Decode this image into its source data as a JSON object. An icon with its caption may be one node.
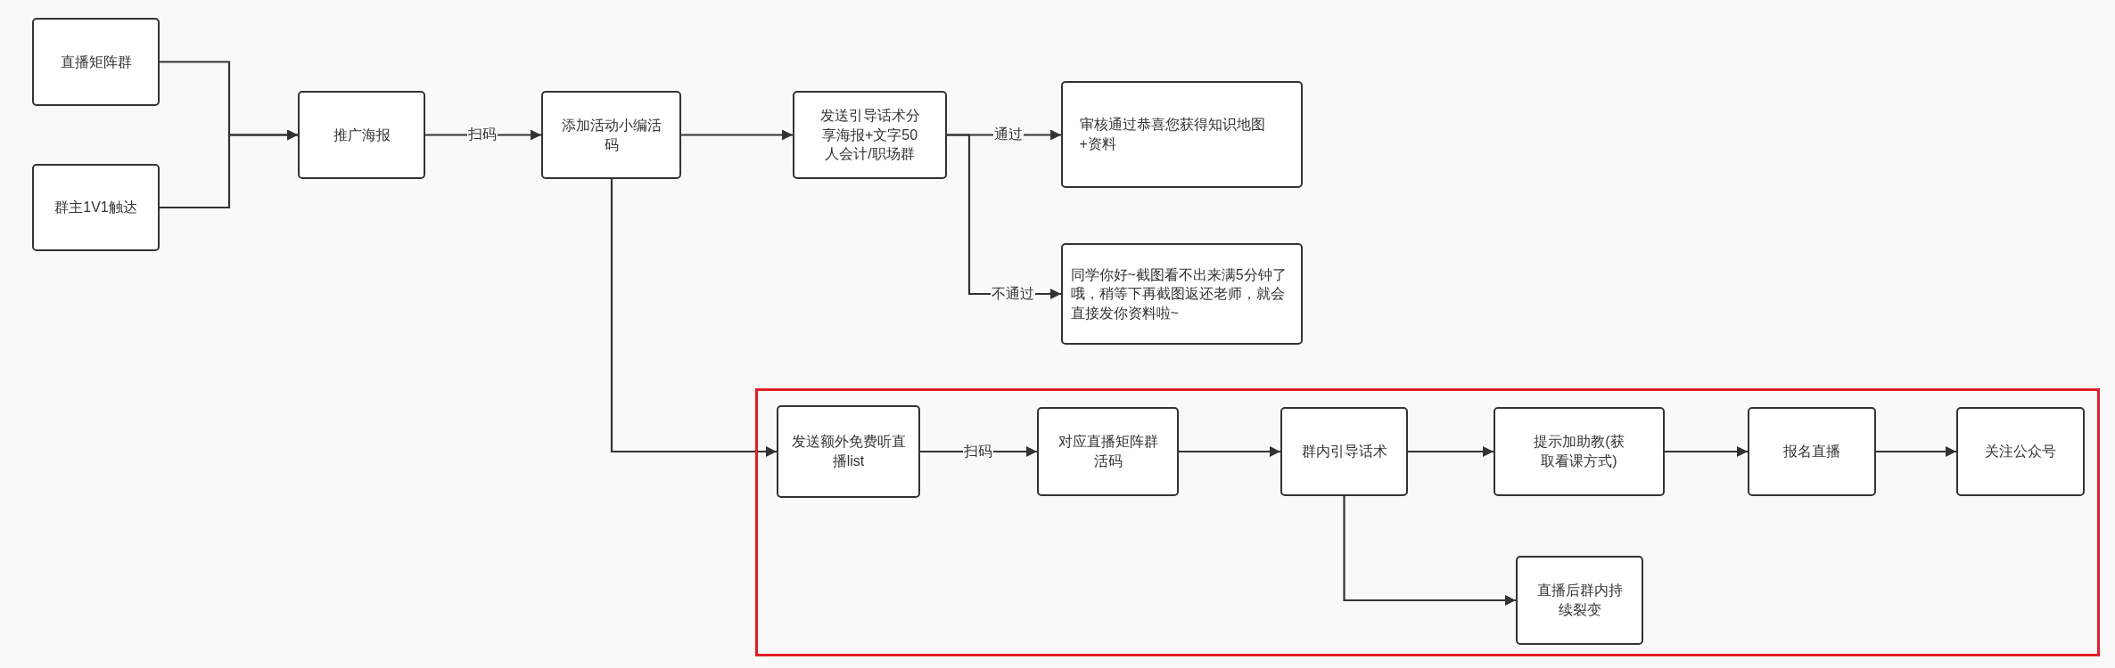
{
  "diagram": {
    "nodes": [
      {
        "text": [
          "直播矩阵群"
        ]
      },
      {
        "text": [
          "群主1V1触达"
        ]
      },
      {
        "text": [
          "推广海报"
        ]
      },
      {
        "text": [
          "添加活动小编活码"
        ]
      },
      {
        "text": [
          "发送引导话术分享海报+文字50人会计/职场群"
        ]
      },
      {
        "text": [
          "审核通过恭喜您获得知识地图+资料"
        ]
      },
      {
        "text": [
          "同学你好~截图看不出来满5分钟了哦，稍等下再截图返还老师，就会直接发你资料啦~"
        ]
      },
      {
        "text": [],
        "shape": "box"
      },
      {
        "text": [
          "发送额外免费听直播list"
        ],
        "in": 7
      },
      {
        "text": [
          "对应直播矩阵群活码"
        ],
        "in": 7
      },
      {
        "text": [
          "群内引导话术"
        ],
        "in": 7
      },
      {
        "text": [
          "提示加助教(获取看课方式)"
        ],
        "in": 7
      },
      {
        "text": [
          "报名直播"
        ],
        "in": 7
      },
      {
        "text": [
          "关注公众号"
        ],
        "in": 7
      },
      {
        "text": [
          "直播后群内持续裂变"
        ],
        "in": 7
      }
    ],
    "edges": [
      {
        "from": 0,
        "to": 2,
        "arrow": "to"
      },
      {
        "from": 1,
        "to": 2,
        "arrow": "to"
      },
      {
        "from": 2,
        "to": 3,
        "arrow": "to",
        "label": "扫码"
      },
      {
        "from": 3,
        "to": 4,
        "arrow": "to"
      },
      {
        "from": 4,
        "to": 5,
        "arrow": "to",
        "label": "通过"
      },
      {
        "from": 4,
        "to": 6,
        "arrow": "to",
        "label": "不通过"
      },
      {
        "from": 3,
        "to": 8,
        "arrow": "to"
      },
      {
        "from": 8,
        "to": 9,
        "arrow": "to",
        "label": "扫码"
      },
      {
        "from": 9,
        "to": 10,
        "arrow": "to"
      },
      {
        "from": 10,
        "to": 11,
        "arrow": "to"
      },
      {
        "from": 11,
        "to": 12,
        "arrow": "to"
      },
      {
        "from": 12,
        "to": 13,
        "arrow": "to"
      },
      {
        "from": 10,
        "to": 14,
        "arrow": "to"
      }
    ]
  }
}
